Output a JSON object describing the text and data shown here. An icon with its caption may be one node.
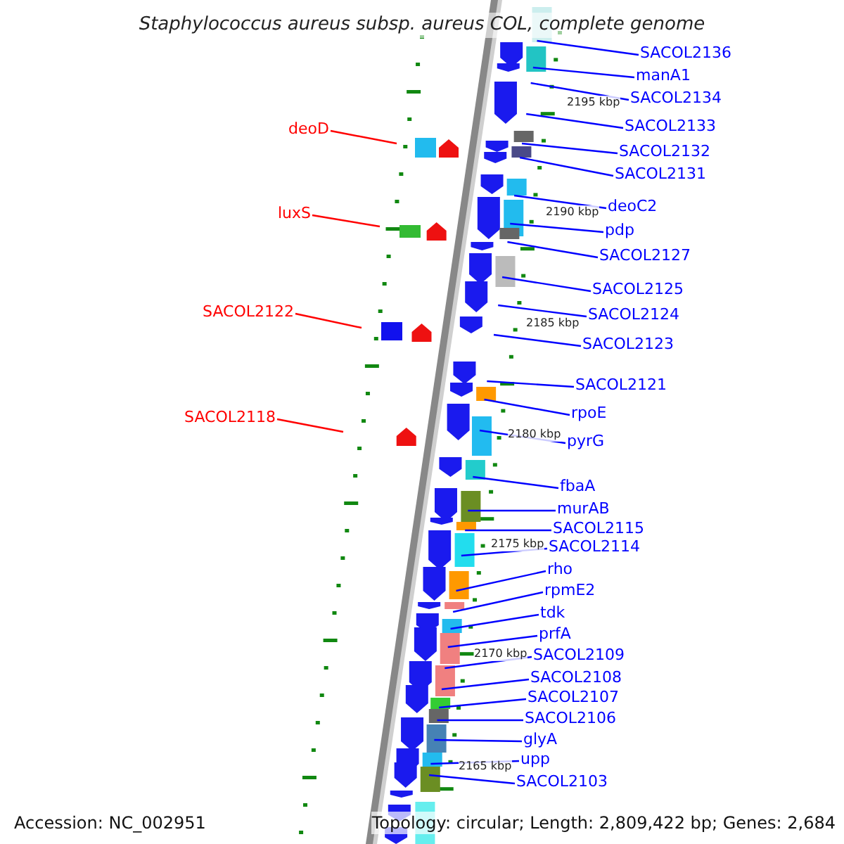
{
  "diagram": {
    "title": "Staphylococcus aureus subsp. aureus COL, complete genome",
    "nodes": [
      {
        "text": [
          "SACOL2136"
        ]
      },
      {
        "text": [
          "manA1"
        ]
      },
      {
        "text": [
          "SACOL2134"
        ]
      },
      {
        "text": [
          "SACOL2133"
        ]
      },
      {
        "text": [
          "deoD"
        ]
      },
      {
        "text": [
          "SACOL2132"
        ]
      },
      {
        "text": [
          "SACOL2131"
        ]
      },
      {
        "text": [
          "deoC2"
        ]
      },
      {
        "text": [
          "luxS"
        ]
      },
      {
        "text": [
          "pdp"
        ]
      },
      {
        "text": [
          "SACOL2127"
        ]
      },
      {
        "text": [
          "SACOL2125"
        ]
      },
      {
        "text": [
          "SACOL2124"
        ]
      },
      {
        "text": [
          "SACOL2122"
        ]
      },
      {
        "text": [
          "SACOL2123"
        ]
      },
      {
        "text": [
          "SACOL2121"
        ]
      },
      {
        "text": [
          "rpoE"
        ]
      },
      {
        "text": [
          "SACOL2118"
        ]
      },
      {
        "text": [
          "pyrG"
        ]
      },
      {
        "text": [
          "fbaA"
        ]
      },
      {
        "text": [
          "murAB"
        ]
      },
      {
        "text": [
          "SACOL2115"
        ]
      },
      {
        "text": [
          "SACOL2114"
        ]
      },
      {
        "text": [
          "rho"
        ]
      },
      {
        "text": [
          "rpmE2"
        ]
      },
      {
        "text": [
          "tdk"
        ]
      },
      {
        "text": [
          "prfA"
        ]
      },
      {
        "text": [
          "SACOL2109"
        ]
      },
      {
        "text": [
          "SACOL2108"
        ]
      },
      {
        "text": [
          "SACOL2107"
        ]
      },
      {
        "text": [
          "SACOL2106"
        ]
      },
      {
        "text": [
          "glyA"
        ]
      },
      {
        "text": [
          "upp"
        ]
      },
      {
        "text": [
          "SACOL2103"
        ]
      }
    ],
    "edges": [
      {
        "from": 0,
        "to": null,
        "arrow": "none"
      },
      {
        "from": 1,
        "to": null,
        "arrow": "none"
      },
      {
        "from": 2,
        "to": null,
        "arrow": "none"
      },
      {
        "from": 3,
        "to": null,
        "arrow": "none"
      },
      {
        "from": 4,
        "to": null,
        "arrow": "none",
        "color": "#ff0000"
      },
      {
        "from": 5,
        "to": null,
        "arrow": "none"
      },
      {
        "from": 6,
        "to": null,
        "arrow": "none"
      },
      {
        "from": 7,
        "to": null,
        "arrow": "none"
      },
      {
        "from": 8,
        "to": null,
        "arrow": "none",
        "color": "#ff0000"
      },
      {
        "from": 9,
        "to": null,
        "arrow": "none"
      },
      {
        "from": 10,
        "to": null,
        "arrow": "none"
      },
      {
        "from": 11,
        "to": null,
        "arrow": "none"
      },
      {
        "from": 12,
        "to": null,
        "arrow": "none"
      },
      {
        "from": 13,
        "to": null,
        "arrow": "none",
        "color": "#ff0000"
      },
      {
        "from": 14,
        "to": null,
        "arrow": "none"
      },
      {
        "from": 15,
        "to": null,
        "arrow": "none"
      },
      {
        "from": 16,
        "to": null,
        "arrow": "none"
      },
      {
        "from": 17,
        "to": null,
        "arrow": "none",
        "color": "#ff0000"
      },
      {
        "from": 18,
        "to": null,
        "arrow": "none"
      },
      {
        "from": 19,
        "to": null,
        "arrow": "none"
      },
      {
        "from": 20,
        "to": null,
        "arrow": "none"
      },
      {
        "from": 21,
        "to": null,
        "arrow": "none"
      },
      {
        "from": 22,
        "to": null,
        "arrow": "none"
      },
      {
        "from": 23,
        "to": null,
        "arrow": "none"
      },
      {
        "from": 24,
        "to": null,
        "arrow": "none"
      },
      {
        "from": 25,
        "to": null,
        "arrow": "none"
      },
      {
        "from": 26,
        "to": null,
        "arrow": "none"
      },
      {
        "from": 27,
        "to": null,
        "arrow": "none"
      },
      {
        "from": 28,
        "to": null,
        "arrow": "none"
      },
      {
        "from": 29,
        "to": null,
        "arrow": "none"
      },
      {
        "from": 30,
        "to": null,
        "arrow": "none"
      },
      {
        "from": 31,
        "to": null,
        "arrow": "none"
      },
      {
        "from": 32,
        "to": null,
        "arrow": "none"
      },
      {
        "from": 33,
        "to": null,
        "arrow": "none"
      }
    ],
    "labels": [
      "2195 kbp",
      "2190 kbp",
      "2185 kbp",
      "2180 kbp",
      "2175 kbp",
      "2170 kbp",
      "2165 kbp",
      "Accession: NC_002951",
      "Topology: circular; Length: 2,809,422 bp; Genes: 2,684"
    ]
  }
}
